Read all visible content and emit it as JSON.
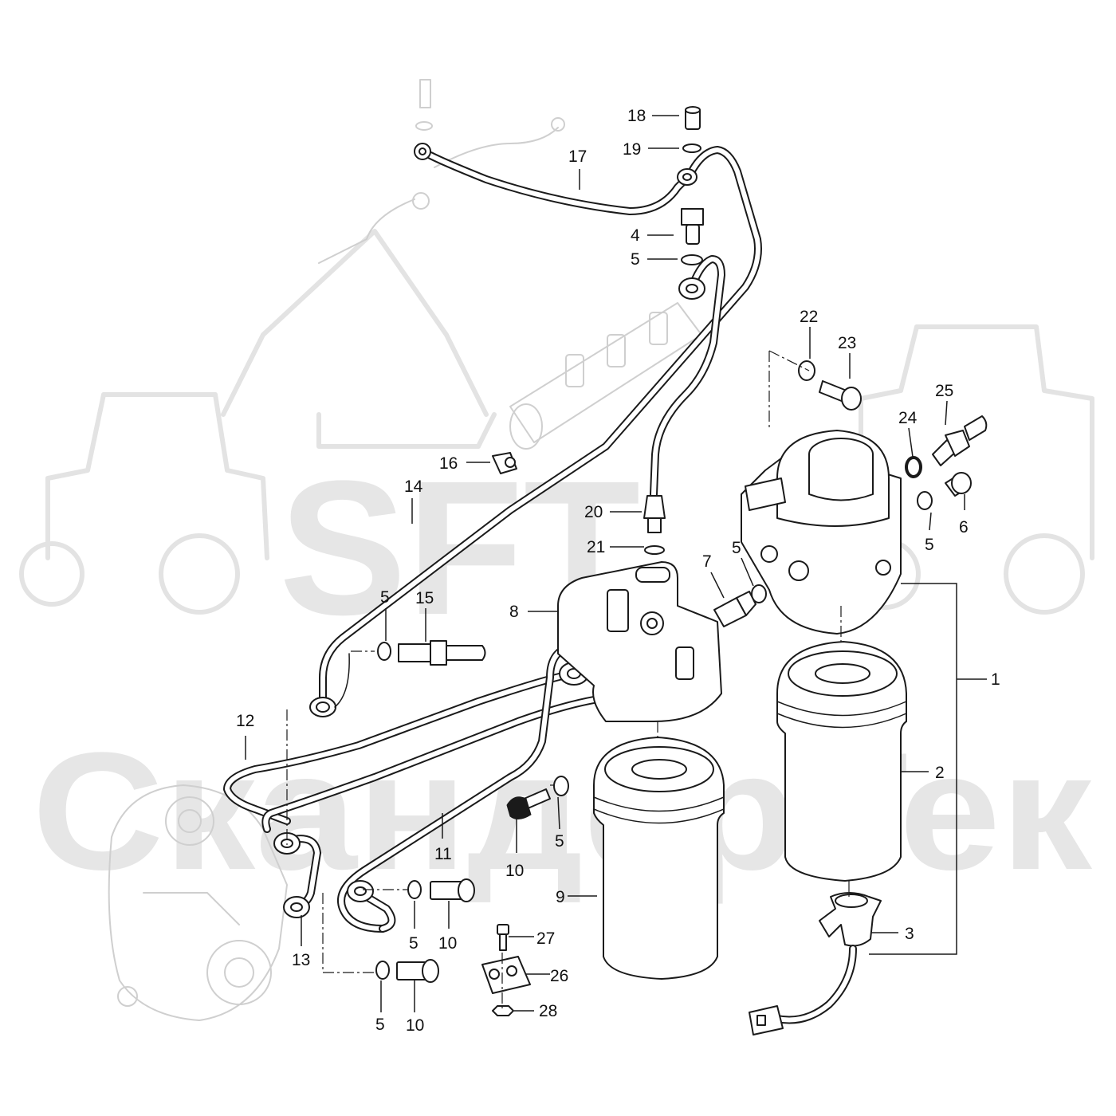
{
  "watermark": {
    "logo_text": "SFT",
    "brand_text": "СкандерТек",
    "color": "#e3e3e3"
  },
  "callouts": [
    {
      "id": "c1",
      "label": "1"
    },
    {
      "id": "c2",
      "label": "2"
    },
    {
      "id": "c3",
      "label": "3"
    },
    {
      "id": "c4",
      "label": "4"
    },
    {
      "id": "c5a",
      "label": "5"
    },
    {
      "id": "c5b",
      "label": "5"
    },
    {
      "id": "c5c",
      "label": "5"
    },
    {
      "id": "c5d",
      "label": "5"
    },
    {
      "id": "c5e",
      "label": "5"
    },
    {
      "id": "c5f",
      "label": "5"
    },
    {
      "id": "c5g",
      "label": "5"
    },
    {
      "id": "c6",
      "label": "6"
    },
    {
      "id": "c7",
      "label": "7"
    },
    {
      "id": "c8",
      "label": "8"
    },
    {
      "id": "c9",
      "label": "9"
    },
    {
      "id": "c10a",
      "label": "10"
    },
    {
      "id": "c10b",
      "label": "10"
    },
    {
      "id": "c10c",
      "label": "10"
    },
    {
      "id": "c11",
      "label": "11"
    },
    {
      "id": "c12",
      "label": "12"
    },
    {
      "id": "c13",
      "label": "13"
    },
    {
      "id": "c14",
      "label": "14"
    },
    {
      "id": "c15",
      "label": "15"
    },
    {
      "id": "c16",
      "label": "16"
    },
    {
      "id": "c17",
      "label": "17"
    },
    {
      "id": "c18",
      "label": "18"
    },
    {
      "id": "c19",
      "label": "19"
    },
    {
      "id": "c20",
      "label": "20"
    },
    {
      "id": "c21",
      "label": "21"
    },
    {
      "id": "c22",
      "label": "22"
    },
    {
      "id": "c23",
      "label": "23"
    },
    {
      "id": "c24",
      "label": "24"
    },
    {
      "id": "c25",
      "label": "25"
    },
    {
      "id": "c26",
      "label": "26"
    },
    {
      "id": "c27",
      "label": "27"
    },
    {
      "id": "c28",
      "label": "28"
    }
  ]
}
